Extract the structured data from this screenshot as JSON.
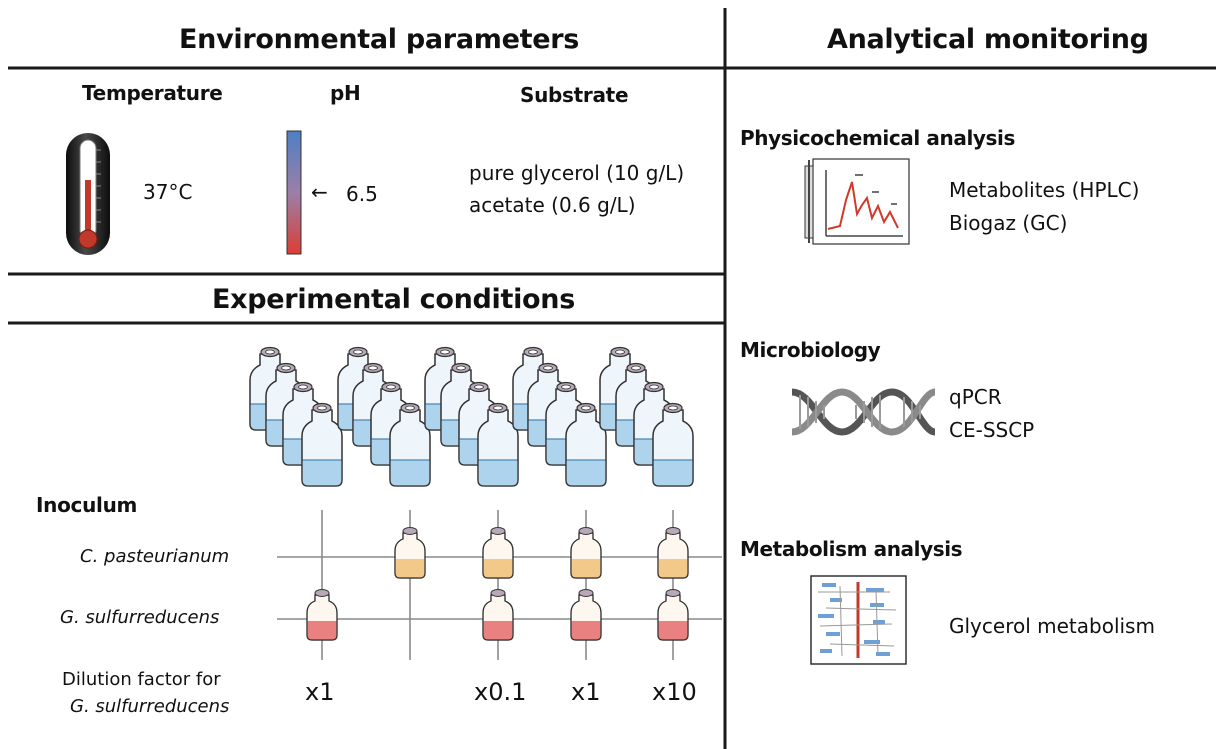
{
  "left": {
    "env_title": "Environmental parameters",
    "params": {
      "temperature": {
        "label": "Temperature",
        "value": "37°C"
      },
      "ph": {
        "label": "pH",
        "value": "6.5",
        "arrow": "←"
      },
      "substrate": {
        "label": "Substrate",
        "lines": [
          "pure glycerol (10 g/L)",
          "acetate (0.6 g/L)"
        ]
      }
    },
    "exp_title": "Experimental conditions",
    "inoculum": {
      "label": "Inoculum",
      "organisms": [
        "C. pasteurianum",
        "G. sulfurreducens"
      ],
      "dilution_label_lines": [
        "Dilution factor for",
        "G. sulfurreducens"
      ],
      "dilutions": [
        "x1",
        "",
        "x0.1",
        "x1",
        "x10"
      ]
    }
  },
  "right": {
    "title": "Analytical monitoring",
    "sections": [
      {
        "heading": "Physicochemical analysis",
        "items": [
          "Metabolites (HPLC)",
          "Biogaz (GC)"
        ]
      },
      {
        "heading": "Microbiology",
        "items": [
          "qPCR",
          "CE-SSCP"
        ]
      },
      {
        "heading": "Metabolism analysis",
        "items": [
          "Glycerol metabolism"
        ]
      }
    ]
  },
  "colors": {
    "line": "#1a1a1a",
    "thermo_red": "#c0392b",
    "liquid_blue": "#aed3ec",
    "liquid_orange": "#f3c98a",
    "liquid_red": "#e98181",
    "ph_top": "#5b86c6",
    "ph_bottom": "#d9453a"
  },
  "icons": [
    "thermometer-icon",
    "ph-scale-icon",
    "bottle-icon",
    "chromatogram-icon",
    "dna-helix-icon",
    "metabolic-map-icon"
  ]
}
